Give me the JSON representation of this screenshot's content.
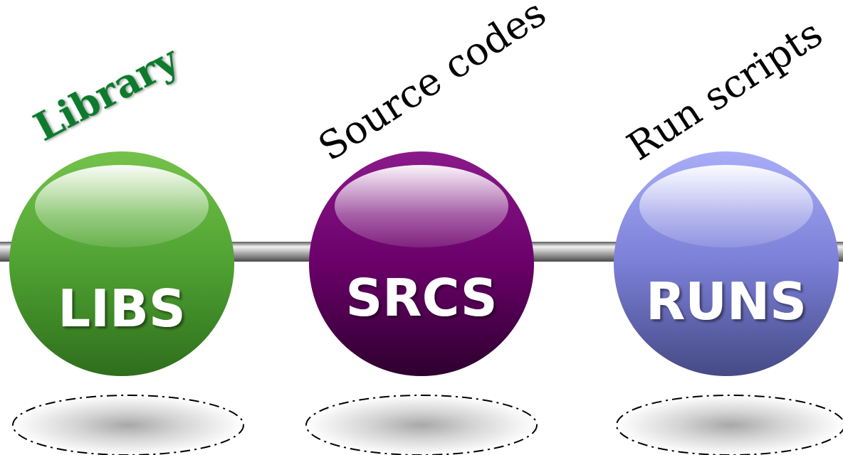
{
  "nodes": [
    {
      "id": "libs",
      "label": "LIBS",
      "caption": "Library",
      "caption_color": "#0e7a2e",
      "ball_colors": {
        "top": "#74c24a",
        "mid": "#4fa232",
        "bottom": "#2e6e1c"
      }
    },
    {
      "id": "srcs",
      "label": "SRCS",
      "caption": "Source codes",
      "caption_color": "#000000",
      "ball_colors": {
        "top": "#8a1a8a",
        "mid": "#6a006a",
        "bottom": "#2e002e"
      }
    },
    {
      "id": "runs",
      "label": "RUNS",
      "caption": "Run scripts",
      "caption_color": "#000000",
      "ball_colors": {
        "top": "#a9adf7",
        "mid": "#7b7fd6",
        "bottom": "#454a86"
      }
    }
  ],
  "connector_color": "#9a9a9a"
}
